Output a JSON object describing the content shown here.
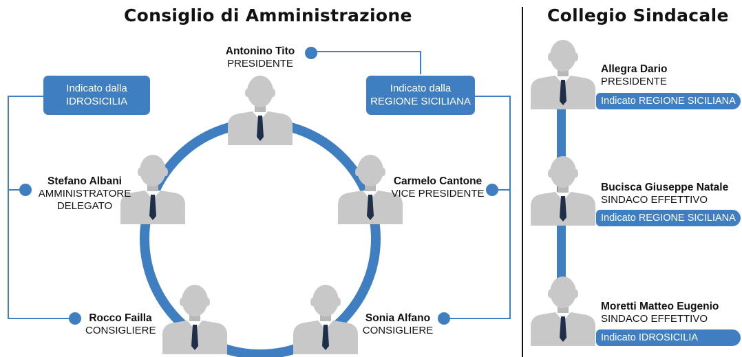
{
  "board": {
    "title": "Consiglio di Amministrazione",
    "tags": {
      "left": [
        "Indicato dalla",
        "IDROSICILIA"
      ],
      "right": [
        "Indicato dalla",
        "REGIONE SICILIANA"
      ]
    },
    "members": [
      {
        "name": "Antonino Tito",
        "role": "PRESIDENTE"
      },
      {
        "name": "Carmelo Cantone",
        "role": "VICE PRESIDENTE"
      },
      {
        "name": "Stefano Albani",
        "role_lines": [
          "AMMINISTRATORE",
          "DELEGATO"
        ]
      },
      {
        "name": "Rocco Failla",
        "role": "CONSIGLIERE"
      },
      {
        "name": "Sonia Alfano",
        "role": "CONSIGLIERE"
      }
    ]
  },
  "auditors": {
    "title": "Collegio Sindacale",
    "members": [
      {
        "name": "Allegra Dario",
        "role": "PRESIDENTE",
        "indicated": "Indicato REGIONE SICILIANA"
      },
      {
        "name": "Bucisca Giuseppe Natale",
        "role": "SINDACO EFFETTIVO",
        "indicated": "Indicato REGIONE SICILIANA"
      },
      {
        "name": "Moretti Matteo Eugenio",
        "role": "SINDACO EFFETTIVO",
        "indicated": "Indicato IDROSICILIA"
      }
    ]
  },
  "colors": {
    "accent": "#3f7fc1",
    "person": "#c8c8c8",
    "tie": "#1f2f4a"
  }
}
